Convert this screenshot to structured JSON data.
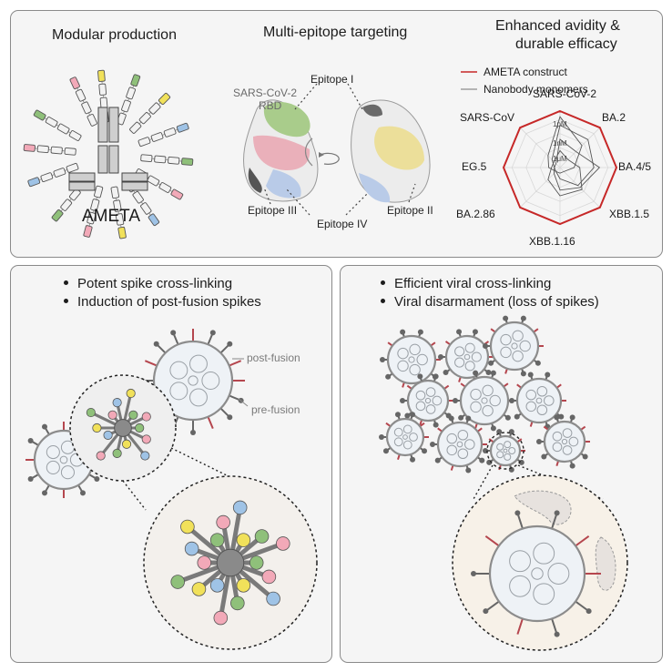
{
  "top_panel": {
    "modular": {
      "title": "Modular production",
      "construct_label": "AMETA"
    },
    "multi_epitope": {
      "title": "Multi-epitope targeting",
      "rbd_label_line1": "SARS-CoV-2",
      "rbd_label_line2": "RBD",
      "epitope_1": "Epitope I",
      "epitope_2": "Epitope II",
      "epitope_3": "Epitope III",
      "epitope_4": "Epitope IV"
    },
    "avidity": {
      "title_line1": "Enhanced avidity &",
      "title_line2": "durable efficacy",
      "legend_ameta": "AMETA construct",
      "legend_monomers": "Nanobody monomers",
      "radar_axes": [
        "SARS-CoV-2",
        "BA.2",
        "BA.4/5",
        "XBB.1.5",
        "XBB.1.16",
        "BA.2.86",
        "EG.5",
        "SARS-CoV"
      ],
      "radar_rings": [
        "1pM",
        "1nM",
        "1μM"
      ]
    }
  },
  "left_panel": {
    "bullet_1": "Potent spike cross-linking",
    "bullet_2": "Induction of post-fusion spikes",
    "label_post": "post-fusion",
    "label_pre": "pre-fusion"
  },
  "right_panel": {
    "bullet_1": "Efficient viral cross-linking",
    "bullet_2": "Viral disarmament (loss of spikes)"
  },
  "colors": {
    "ameta_line": "#c62828",
    "monomer_line": "#9e9e9e",
    "green": "#8fc07a",
    "pink": "#f2a9b8",
    "blue": "#9fc3e6",
    "yellow": "#f1e15a",
    "grey_body": "#bdbdbd",
    "spike_red": "#b5464e"
  }
}
